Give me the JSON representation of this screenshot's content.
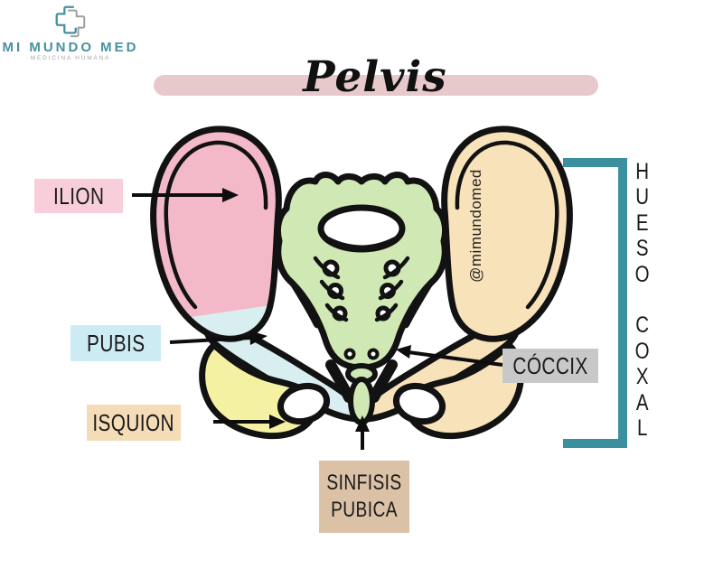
{
  "logo": {
    "brand": "MI MUNDO MED",
    "tagline": "·MEDICINA HUMANA·"
  },
  "header": {
    "title": "Pelvis"
  },
  "watermark": "@mimundomed",
  "labels": {
    "ilion": "ILION",
    "pubis": "PUBIS",
    "isquion": "ISQUION",
    "coccix": "CÓCCIX",
    "sinfisis": "SINFISIS\nPUBICA",
    "hueso_coxal": "HUESO COXAL",
    "hueso_coxal_vertical": "H\nU\nE\nS\nO\n\nC\nO\nX\nA\nL"
  },
  "legend_colors": {
    "ilion_region": "#f4b9c8",
    "pubis_region": "#d8eef1",
    "isquion_region": "#f5f1a3",
    "sacro_coccix_region": "#cfe8b4",
    "hueso_coxal_region": "#f8e2ba",
    "bracket": "#3c8f9e",
    "banner": "#e8c9cb",
    "label_ilion_bg": "#f9cedb",
    "label_pubis_bg": "#cdebf3",
    "label_isquion_bg": "#f4dcb6",
    "label_coccix_bg": "#c8c8c8",
    "label_sinfisis_bg": "#dbc1a5"
  }
}
